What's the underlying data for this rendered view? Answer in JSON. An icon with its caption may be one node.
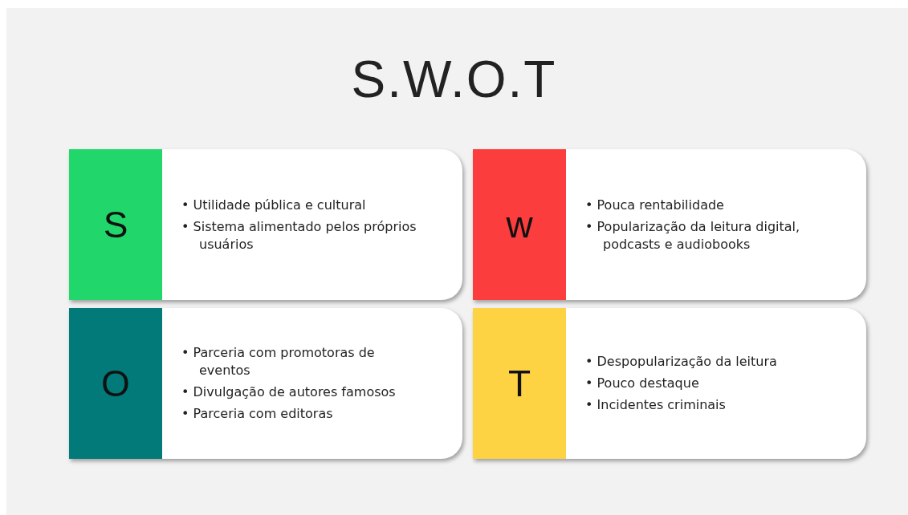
{
  "diagram": {
    "title": "S.W.O.T",
    "nodes": [
      {
        "text": [
          "S",
          "• Utilidade pública e cultural",
          "• Sistema alimentado pelos próprios usuários"
        ]
      },
      {
        "text": [
          "w",
          "• Pouca rentabilidade",
          "• Popularização da leitura digital, podcasts e audiobooks"
        ]
      },
      {
        "text": [
          "O",
          "• Parceria com promotoras de eventos",
          "• Divulgação de autores famosos",
          "• Parceria com editoras"
        ]
      },
      {
        "text": [
          "T",
          "• Despopularização da leitura",
          "• Pouco destaque",
          "• Incidentes criminais"
        ]
      }
    ],
    "edges": []
  }
}
